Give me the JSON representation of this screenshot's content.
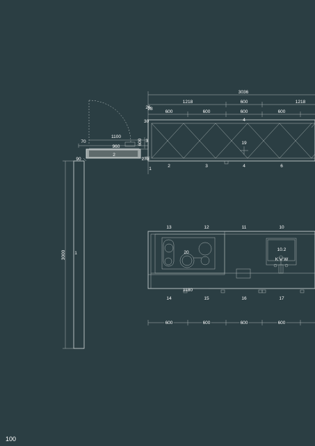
{
  "page_number": "100",
  "dimensions": {
    "overall": "3036",
    "upper_a": "1218",
    "upper_b": "600",
    "upper_c": "1218",
    "small_a": "26",
    "small_b": "28",
    "unit1": "600",
    "unit2": "600",
    "unit3": "600",
    "unit4": "600",
    "depth": "30",
    "width_1100": "1100",
    "d70": "70",
    "d960": "960",
    "d600v": "600",
    "d3": "3",
    "d90": "90",
    "d270": "270",
    "wall_3000": "3000",
    "d1180": "1180",
    "bottom1": "600",
    "bottom2": "600",
    "bottom3": "600",
    "bottom4": "600"
  },
  "labels": {
    "wall": "1",
    "panel": "2",
    "top4": "4",
    "top19": "19",
    "a1": "1",
    "a2": "2",
    "a3": "3",
    "a4": "4",
    "a6": "6",
    "b13": "13",
    "b12": "12",
    "b11": "11",
    "b10": "10",
    "b20": "20",
    "b10_2": "10.2",
    "kvw": "K V W",
    "b14": "14",
    "b15": "15",
    "b16": "16",
    "b17": "17"
  }
}
